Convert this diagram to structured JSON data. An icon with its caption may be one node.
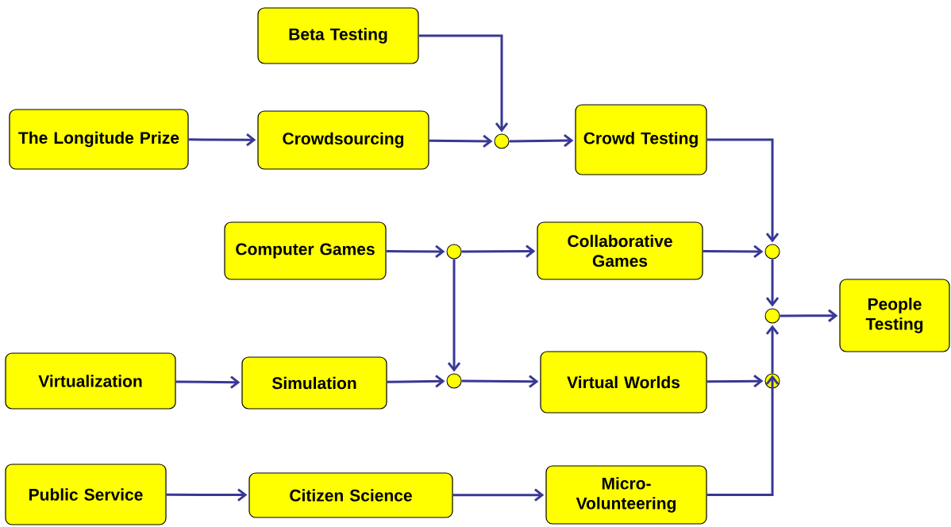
{
  "diagram": {
    "nodes": [
      {
        "text": [
          "Beta Testing"
        ]
      },
      {
        "text": [
          "The Longitude Prize"
        ]
      },
      {
        "text": [
          "Crowdsourcing"
        ]
      },
      {
        "text": [],
        "shape": "circle"
      },
      {
        "text": [
          "Crowd Testing"
        ]
      },
      {
        "text": [
          "Computer Games"
        ]
      },
      {
        "text": [],
        "shape": "circle"
      },
      {
        "text": [
          "Collaborative Games"
        ]
      },
      {
        "text": [],
        "shape": "circle"
      },
      {
        "text": [],
        "shape": "circle"
      },
      {
        "text": [
          "People Testing"
        ]
      },
      {
        "text": [
          "Virtualization"
        ]
      },
      {
        "text": [
          "Simulation"
        ]
      },
      {
        "text": [],
        "shape": "circle"
      },
      {
        "text": [
          "Virtual Worlds"
        ]
      },
      {
        "text": [],
        "shape": "circle"
      },
      {
        "text": [
          "Public Service"
        ]
      },
      {
        "text": [
          "Citizen Science"
        ]
      },
      {
        "text": [
          "Micro-Volunteering"
        ]
      }
    ],
    "edges": [
      {
        "from": 0,
        "to": 3,
        "arrow": "to"
      },
      {
        "from": 1,
        "to": 2,
        "arrow": "to"
      },
      {
        "from": 2,
        "to": 3,
        "arrow": "to"
      },
      {
        "from": 3,
        "to": 4,
        "arrow": "to"
      },
      {
        "from": 4,
        "to": 8,
        "arrow": "to"
      },
      {
        "from": 5,
        "to": 6,
        "arrow": "to"
      },
      {
        "from": 6,
        "to": 7,
        "arrow": "to"
      },
      {
        "from": 6,
        "to": 13,
        "arrow": "to"
      },
      {
        "from": 7,
        "to": 8,
        "arrow": "to"
      },
      {
        "from": 8,
        "to": 9,
        "arrow": "to"
      },
      {
        "from": 9,
        "to": 10,
        "arrow": "to"
      },
      {
        "from": 11,
        "to": 12,
        "arrow": "to"
      },
      {
        "from": 12,
        "to": 13,
        "arrow": "to"
      },
      {
        "from": 13,
        "to": 14,
        "arrow": "to"
      },
      {
        "from": 14,
        "to": 15,
        "arrow": "to"
      },
      {
        "from": 15,
        "to": 9,
        "arrow": "to"
      },
      {
        "from": 16,
        "to": 17,
        "arrow": "to"
      },
      {
        "from": 17,
        "to": 18,
        "arrow": "to"
      },
      {
        "from": 18,
        "to": 15,
        "arrow": "to"
      }
    ]
  }
}
